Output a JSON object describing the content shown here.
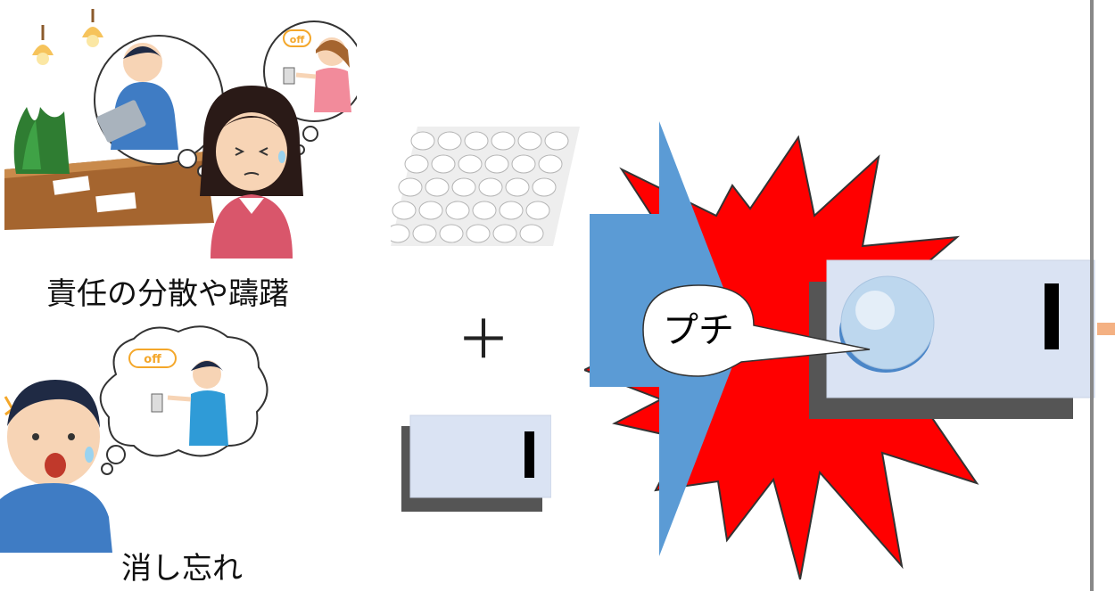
{
  "captions": {
    "diffusion": "責任の分散や躊躇",
    "forgot": "消し忘れ"
  },
  "symbols": {
    "plus": "＋"
  },
  "bubble_labels": {
    "off_top": "off",
    "off_bottom": "off",
    "petit": "プチ"
  },
  "colors": {
    "burst_red": "#ff0000",
    "arrow_blue": "#5b9bd5",
    "switch_face": "#dae3f3",
    "switch_shadow": "#555555",
    "bubble_sphere": "#bdd7ee",
    "divider": "#888888",
    "off_badge": "#f4a72a"
  },
  "icons": [
    "lamp-icon",
    "plant-icon",
    "desk-icon",
    "person-laptop-icon",
    "woman-worried-icon",
    "woman-switch-icon",
    "man-surprised-icon",
    "man-switch-icon",
    "bubble-wrap-icon",
    "light-switch-icon"
  ]
}
